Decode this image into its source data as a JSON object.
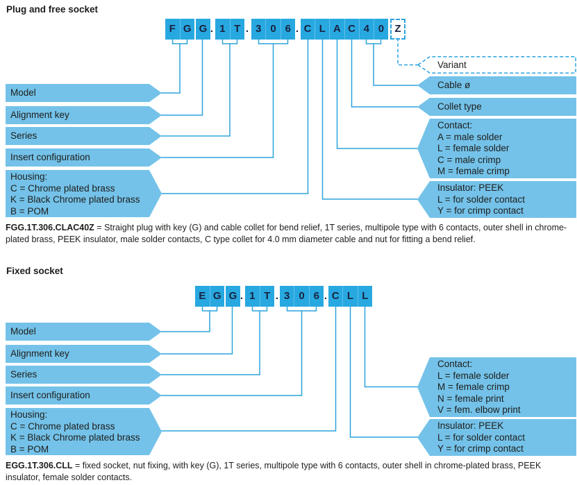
{
  "colors": {
    "box": "#28a8e0",
    "divider": "#5fc0ec",
    "banner": "#74c2e9",
    "line": "#2ba3dc",
    "ink": "#1d1d1b",
    "code-ink": "#172240"
  },
  "s1": {
    "title": "Plug and free socket",
    "code": "FGG.1T.306.CLAC40Z",
    "separator": ".",
    "cells": [
      "F",
      "G",
      "G",
      "1",
      "T",
      "3",
      "0",
      "6",
      "C",
      "L",
      "A",
      "C",
      "4",
      "0",
      "Z"
    ],
    "left_labels": {
      "model": "Model",
      "alignment": "Alignment key",
      "series": "Series",
      "insert": "Insert configuration",
      "housing": "Housing:\nC = Chrome plated brass\nK = Black Chrome plated brass\nB = POM"
    },
    "right_labels": {
      "variant": "Variant",
      "cable": "Cable ø",
      "collet": "Collet type",
      "contact": "Contact:\nA = male solder\nL = female solder\nC = male crimp\nM = female crimp",
      "insulator": "Insulator: PEEK\nL = for solder contact\nY = for crimp contact"
    },
    "description_code": "FGG.1T.306.CLAC40Z",
    "description_text": " = Straight plug with key (G) and cable collet for bend relief, 1T series, multipole type with 6 contacts, outer shell in chrome-plated brass, PEEK insulator, male solder contacts, C type collet for 4.0 mm diameter cable and nut for fitting a bend relief."
  },
  "s2": {
    "title": "Fixed socket",
    "code": "EGG.1T.306.CLL",
    "separator": ".",
    "cells": [
      "E",
      "G",
      "G",
      "1",
      "T",
      "3",
      "0",
      "6",
      "C",
      "L",
      "L"
    ],
    "left_labels": {
      "model": "Model",
      "alignment": "Alignment key",
      "series": "Series",
      "insert": "Insert configuration",
      "housing": "Housing:\nC = Chrome plated brass\nK = Black Chrome plated brass\nB = POM"
    },
    "right_labels": {
      "contact": "Contact:\nL = female solder\nM = female crimp\nN = female print\nV = fem. elbow print",
      "insulator": "Insulator: PEEK\nL = for solder contact\nY = for crimp contact"
    },
    "description_code": "EGG.1T.306.CLL",
    "description_text": " = fixed socket, nut fixing, with key (G), 1T series, multipole type with 6 contacts, outer shell in chrome-plated brass, PEEK insulator, female solder contacts."
  }
}
